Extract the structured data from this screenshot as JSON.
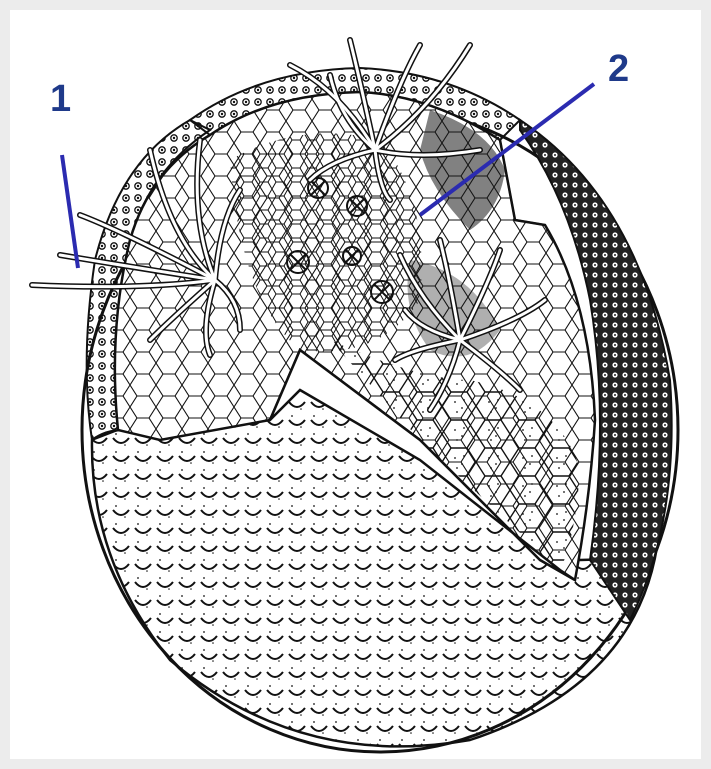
{
  "labels": {
    "one": "1",
    "two": "2"
  },
  "colors": {
    "background": "#ececec",
    "panel": "#ffffff",
    "ink": "#111111",
    "callout": "#2b2bb0",
    "label_text": "#1f3a8a"
  },
  "icons": {
    "specimen": "cut-away-sphere-illustration"
  }
}
